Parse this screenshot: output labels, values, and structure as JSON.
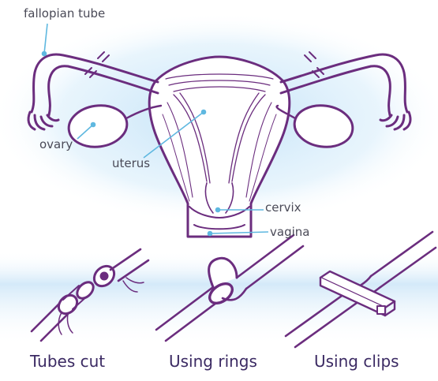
{
  "labels": {
    "fallopian_tube": "fallopian tube",
    "ovary": "ovary",
    "uterus": "uterus",
    "cervix": "cervix",
    "vagina": "vagina"
  },
  "captions": {
    "tubes_cut": "Tubes cut",
    "using_rings": "Using rings",
    "using_clips": "Using clips"
  },
  "colors": {
    "outline": "#6b2d7e",
    "label_line": "#5fb8e0",
    "glow": "#bfe0f7",
    "text": "#4a4a57",
    "caption": "#3b2a63"
  }
}
